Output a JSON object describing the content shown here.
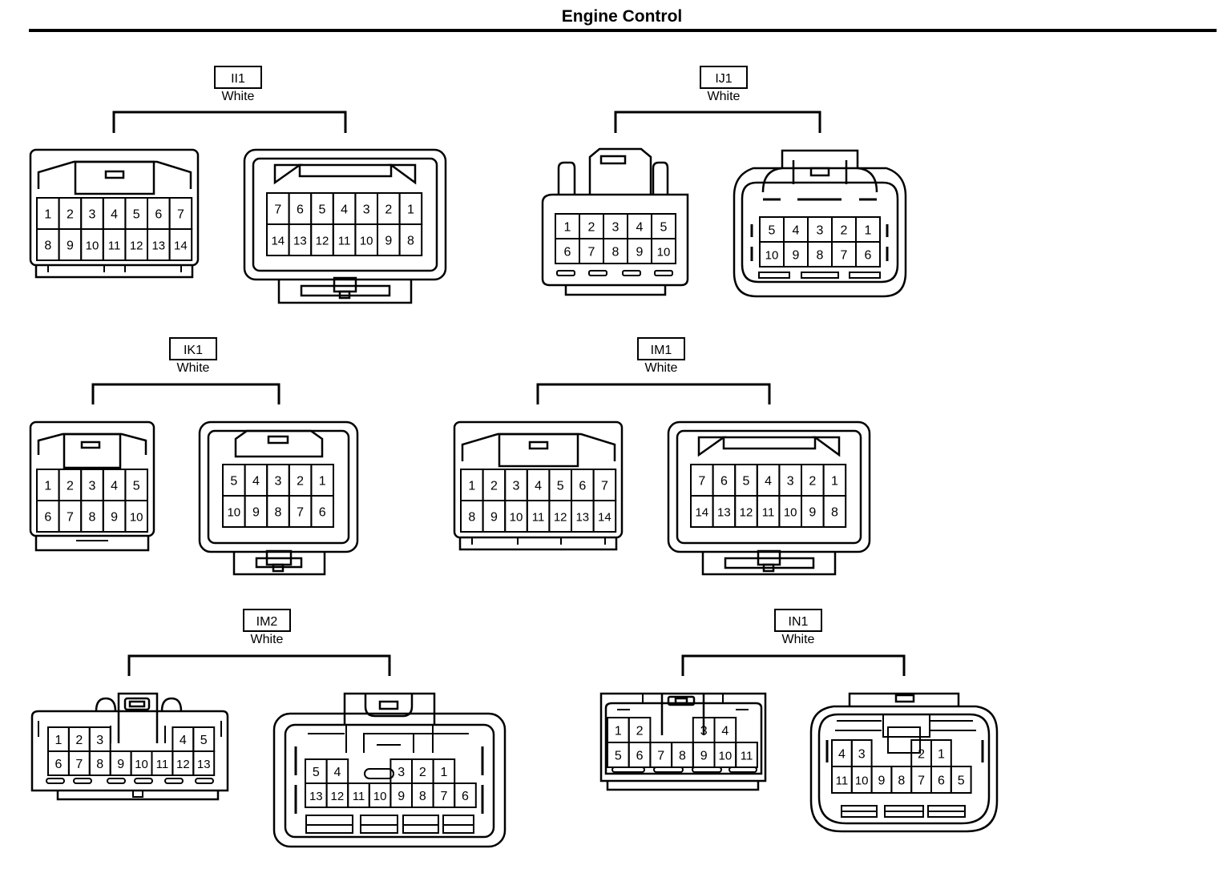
{
  "page": {
    "title": "Engine Control"
  },
  "connectors": [
    {
      "id": "II1",
      "color": "White",
      "female": {
        "rows": [
          [
            "1",
            "2",
            "3",
            "4",
            "5",
            "6",
            "7"
          ],
          [
            "8",
            "9",
            "10",
            "11",
            "12",
            "13",
            "14"
          ]
        ]
      },
      "male": {
        "rows": [
          [
            "7",
            "6",
            "5",
            "4",
            "3",
            "2",
            "1"
          ],
          [
            "14",
            "13",
            "12",
            "11",
            "10",
            "9",
            "8"
          ]
        ]
      }
    },
    {
      "id": "IJ1",
      "color": "White",
      "female": {
        "rows": [
          [
            "1",
            "2",
            "3",
            "4",
            "5"
          ],
          [
            "6",
            "7",
            "8",
            "9",
            "10"
          ]
        ]
      },
      "male": {
        "rows": [
          [
            "5",
            "4",
            "3",
            "2",
            "1"
          ],
          [
            "10",
            "9",
            "8",
            "7",
            "6"
          ]
        ]
      }
    },
    {
      "id": "IK1",
      "color": "White",
      "female": {
        "rows": [
          [
            "1",
            "2",
            "3",
            "4",
            "5"
          ],
          [
            "6",
            "7",
            "8",
            "9",
            "10"
          ]
        ]
      },
      "male": {
        "rows": [
          [
            "5",
            "4",
            "3",
            "2",
            "1"
          ],
          [
            "10",
            "9",
            "8",
            "7",
            "6"
          ]
        ]
      }
    },
    {
      "id": "IM1",
      "color": "White",
      "female": {
        "rows": [
          [
            "1",
            "2",
            "3",
            "4",
            "5",
            "6",
            "7"
          ],
          [
            "8",
            "9",
            "10",
            "11",
            "12",
            "13",
            "14"
          ]
        ]
      },
      "male": {
        "rows": [
          [
            "7",
            "6",
            "5",
            "4",
            "3",
            "2",
            "1"
          ],
          [
            "14",
            "13",
            "12",
            "11",
            "10",
            "9",
            "8"
          ]
        ]
      }
    },
    {
      "id": "IM2",
      "color": "White",
      "female": {
        "rows": [
          [
            "1",
            "2",
            "3",
            "",
            "",
            "",
            "4",
            "5"
          ],
          [
            "6",
            "7",
            "8",
            "9",
            "10",
            "11",
            "12",
            "13"
          ]
        ]
      },
      "male": {
        "rows": [
          [
            "5",
            "4",
            "",
            "",
            "3",
            "2",
            "1"
          ],
          [
            "13",
            "12",
            "11",
            "10",
            "9",
            "8",
            "7",
            "6"
          ]
        ]
      }
    },
    {
      "id": "IN1",
      "color": "White",
      "female": {
        "rows": [
          [
            "1",
            "2",
            "",
            "",
            "3",
            "4"
          ],
          [
            "5",
            "6",
            "7",
            "8",
            "9",
            "10",
            "11"
          ]
        ]
      },
      "male": {
        "rows": [
          [
            "4",
            "3",
            "",
            "",
            "2",
            "1"
          ],
          [
            "11",
            "10",
            "9",
            "8",
            "7",
            "6",
            "5"
          ]
        ]
      }
    }
  ]
}
